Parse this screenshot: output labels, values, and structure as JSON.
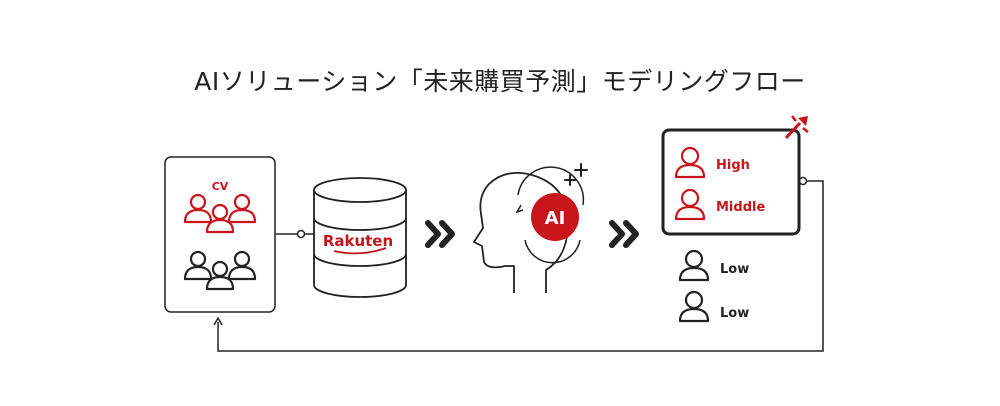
{
  "title": "AIソリューション「未来購買予測」モデリングフロー",
  "users_box": {
    "cv_label": "CV"
  },
  "database": {
    "brand": "Rakuten"
  },
  "ai": {
    "label": "AI"
  },
  "segments": {
    "high": "High",
    "middle": "Middle",
    "low_1": "Low",
    "low_2": "Low"
  },
  "colors": {
    "accent": "#c8151c",
    "ink": "#222222"
  }
}
